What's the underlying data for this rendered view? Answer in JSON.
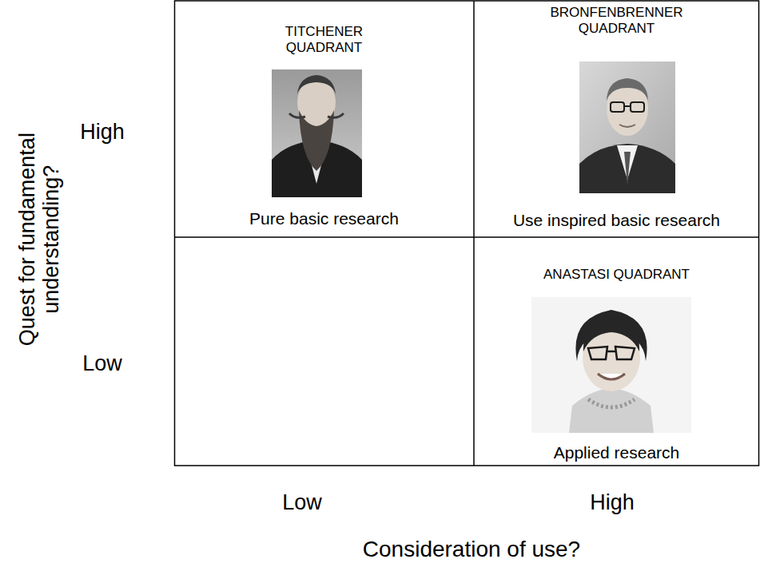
{
  "diagram": {
    "nodes": [
      {
        "text": [
          "TITCHENER QUADRANT",
          "Pure basic research"
        ]
      },
      {
        "text": [
          "BRONFENBRENNER QUADRANT",
          "Use inspired basic research"
        ]
      },
      {
        "text": [
          "ANASTASI QUADRANT",
          "Applied research"
        ]
      }
    ],
    "labels": [
      "Quest for fundamental understanding?",
      "High",
      "Low",
      "Low",
      "High",
      "Consideration of use?"
    ]
  }
}
